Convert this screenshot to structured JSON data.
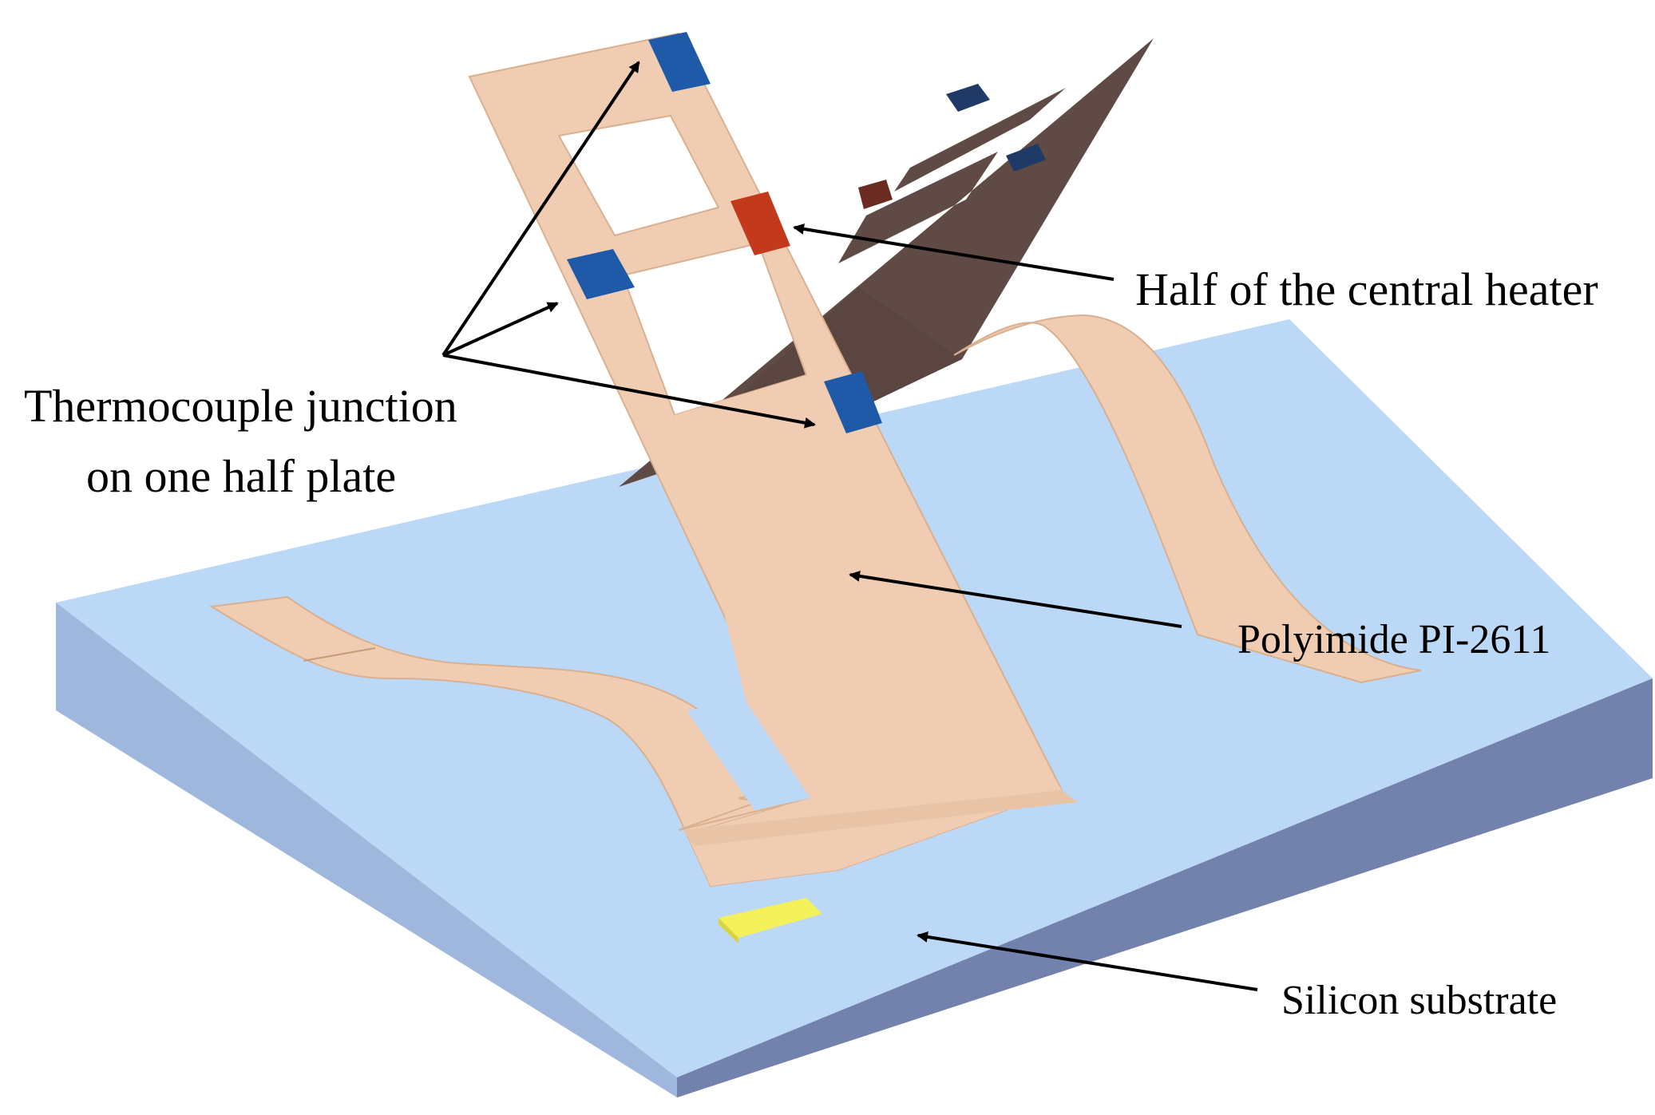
{
  "labels": {
    "heater": "Half of the central heater",
    "thermocouple_line1": "Thermocouple junction",
    "thermocouple_line2": "on one half plate",
    "polyimide": "Polyimide PI-2611",
    "substrate": "Silicon substrate"
  },
  "colors": {
    "substrate_top": "#bcd8f7",
    "substrate_left": "#a9c3ea",
    "substrate_front": "#7b8cb6",
    "polyimide": "#f0cdb2",
    "polyimide_edge": "#d9b08f",
    "shadow_plate": "#5f4a45",
    "junction": "#1f5aa8",
    "heater": "#c3391b",
    "pad": "#f4f05a",
    "arrow": "#000000"
  }
}
